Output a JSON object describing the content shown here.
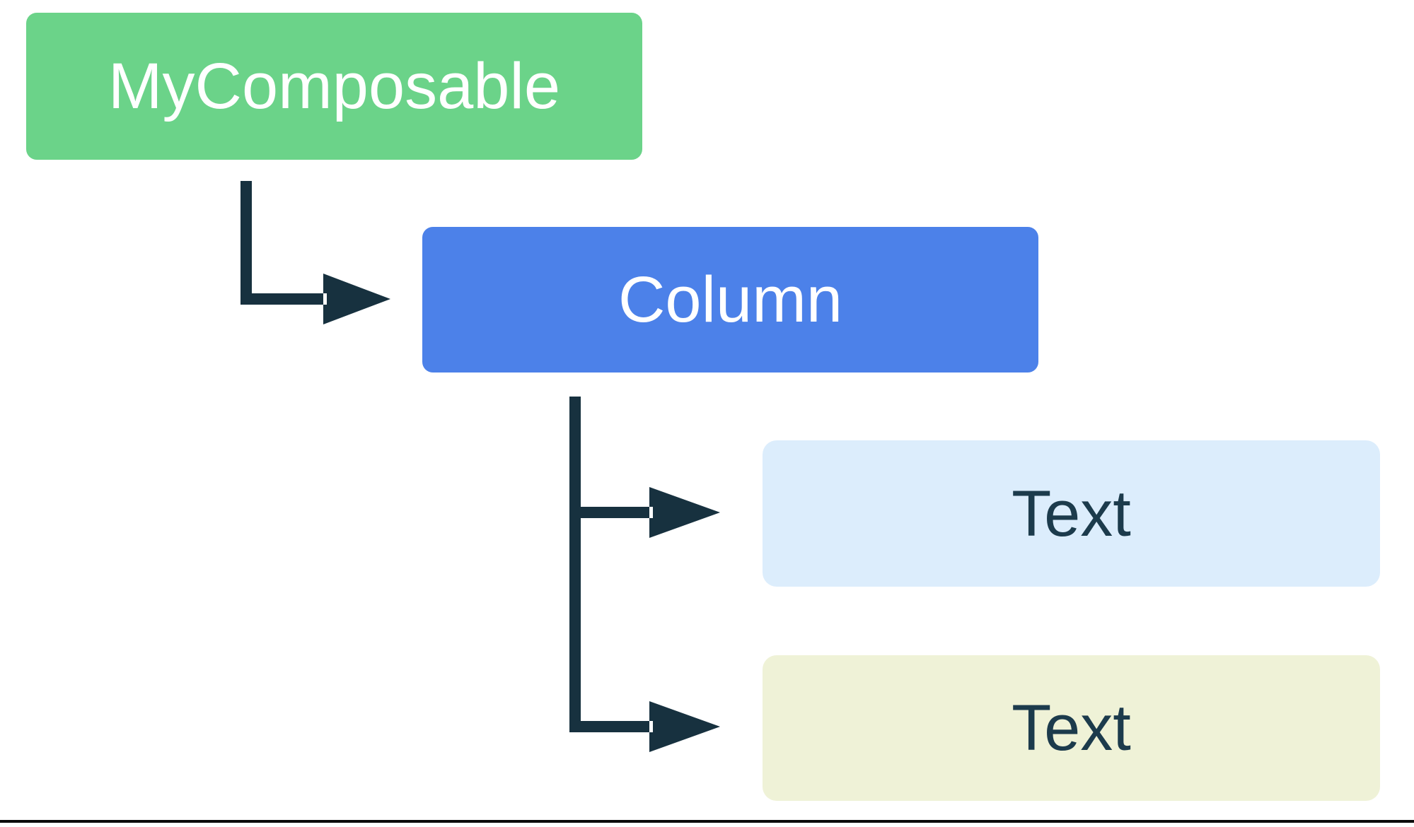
{
  "page": {
    "background": "#FFFFFF",
    "bottom_border_color": "#0B0B0B"
  },
  "diagram": {
    "description": "UI tree hierarchy: MyComposable contains Column, which contains two Text children",
    "connector_color": "#17313F",
    "nodes": {
      "mycomposable": {
        "label": "MyComposable",
        "bg": "#6BD389",
        "fg": "#FFFFFF"
      },
      "column": {
        "label": "Column",
        "bg": "#4C81E9",
        "fg": "#FFFFFF"
      },
      "text1": {
        "label": "Text",
        "bg": "#DCEDFC",
        "fg": "#1C3B4C"
      },
      "text2": {
        "label": "Text",
        "bg": "#EFF2D7",
        "fg": "#1C3B4C"
      }
    }
  }
}
